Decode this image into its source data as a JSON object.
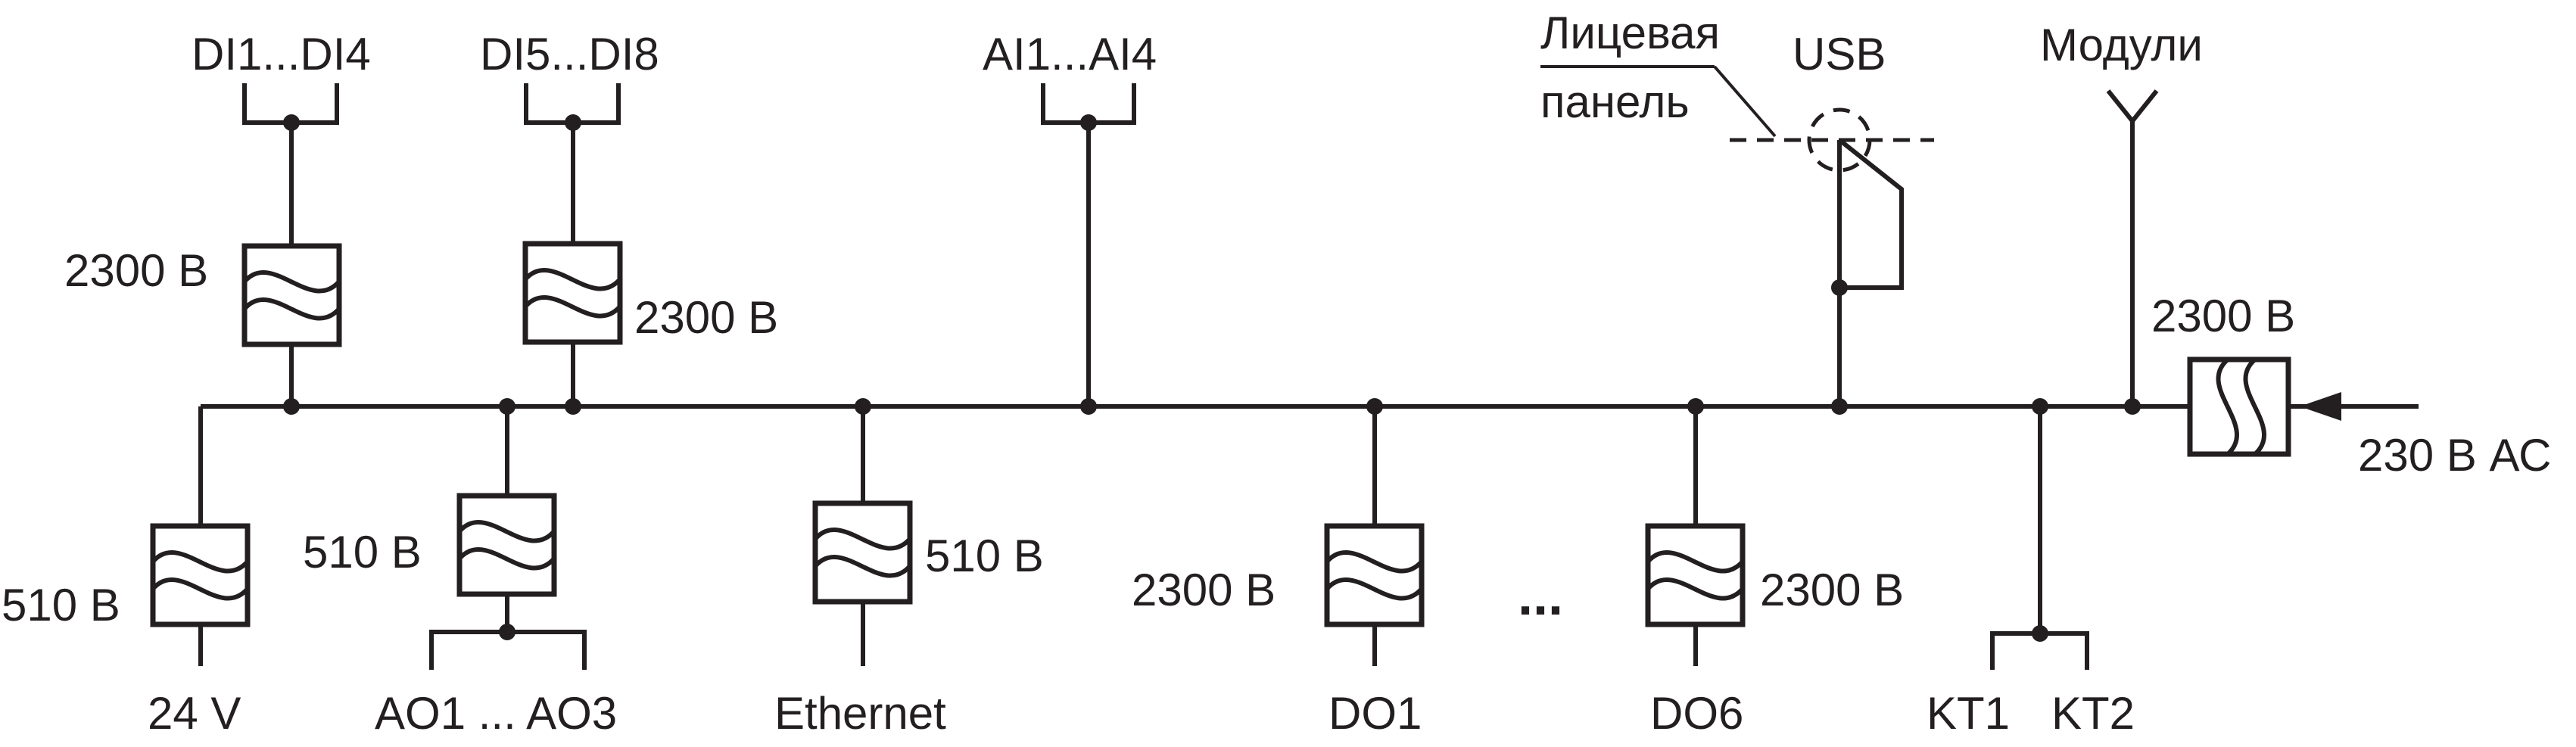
{
  "labels": {
    "di1_di4": "DI1...DI4",
    "di5_di8": "DI5...DI8",
    "ai1_ai4": "AI1...AI4",
    "front_panel_line1": "Лицевая",
    "front_panel_line2": "панель",
    "usb": "USB",
    "modules": "Модули",
    "power_input": "230 В АС",
    "power_24v": "24 V",
    "ao1_ao3": "AO1 ... AO3",
    "ethernet": "Ethernet",
    "do1": "DO1",
    "ellipsis": "...",
    "do6": "DO6",
    "kt1": "KT1",
    "kt2": "KT2"
  },
  "isolation_voltages": {
    "di1_di4": "2300 В",
    "di5_di8": "2300 В",
    "power_input": "2300 В",
    "power_24v": "510 В",
    "ao1_ao3": "510 В",
    "ethernet": "510 В",
    "do1": "2300 В",
    "do6": "2300 В"
  }
}
